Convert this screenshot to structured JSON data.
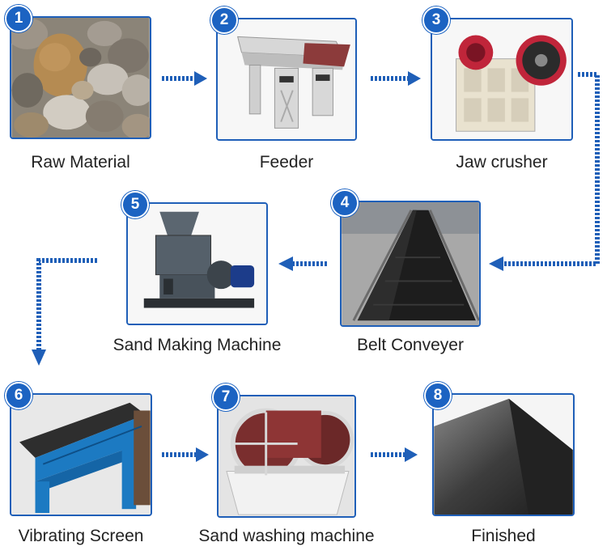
{
  "steps": [
    {
      "number": "1",
      "label": "Raw Material"
    },
    {
      "number": "2",
      "label": "Feeder"
    },
    {
      "number": "3",
      "label": "Jaw crusher"
    },
    {
      "number": "4",
      "label": "Belt Conveyer"
    },
    {
      "number": "5",
      "label": "Sand Making Machine"
    },
    {
      "number": "6",
      "label": "Vibrating Screen"
    },
    {
      "number": "7",
      "label": "Sand washing machine"
    },
    {
      "number": "8",
      "label": "Finished"
    }
  ],
  "colors": {
    "accent": "#1c63c2",
    "frame_border": "#1f5fb8",
    "arrow": "#1f5fb8"
  }
}
